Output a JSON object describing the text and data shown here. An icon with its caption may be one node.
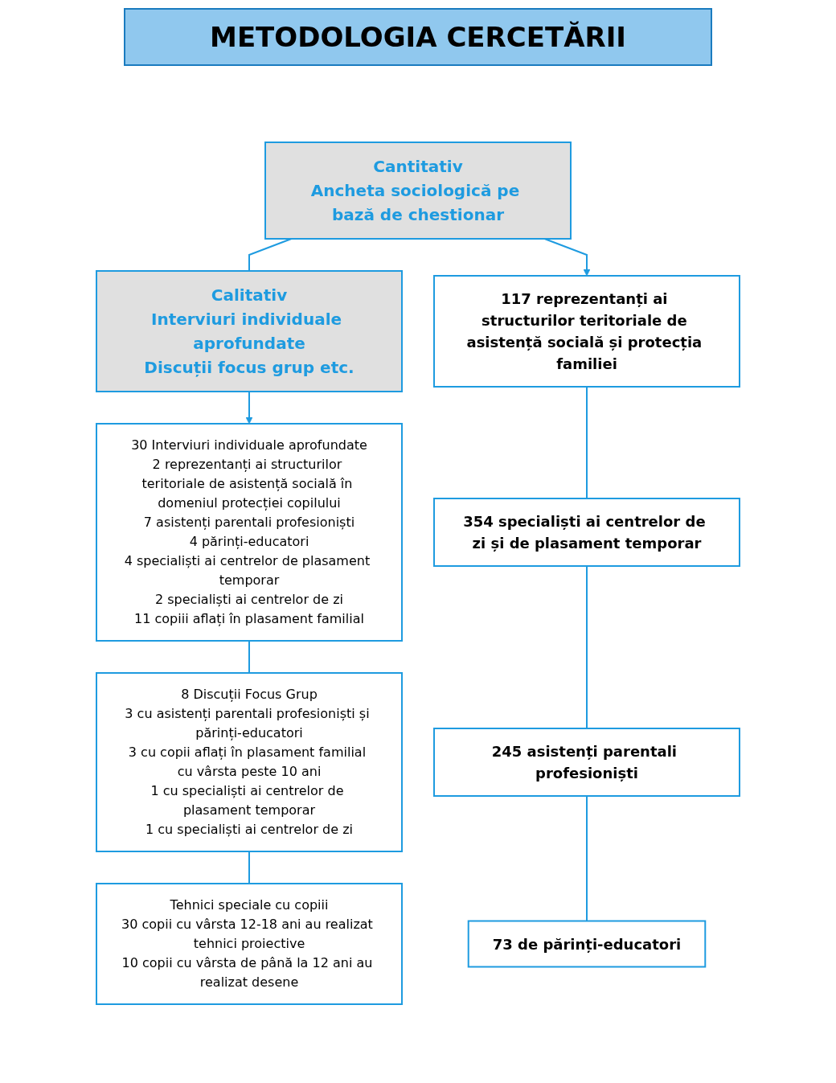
{
  "diagram": {
    "title": "METODOLOGIA CERCETĂRII",
    "nodes": [
      {
        "text": [
          "Cantitativ",
          "Ancheta sociologică pe bază de chestionar"
        ]
      },
      {
        "text": [
          "Calitativ",
          "Interviuri individuale aprofundate",
          "Discuții focus grup etc."
        ]
      },
      {
        "text": [
          "117 reprezentanți ai structurilor teritoriale de asistență socială și protecția familiei"
        ]
      },
      {
        "text": [
          "354 specialiști ai centrelor de zi și de plasament temporar"
        ]
      },
      {
        "text": [
          "245 asistenți parentali profesioniști"
        ]
      },
      {
        "text": [
          "73 de părinți-educatori"
        ]
      },
      {
        "text": [
          "30 Interviuri individuale aprofundate",
          "2 reprezentanți ai structurilor teritoriale de asistență socială în domeniul protecției copilului",
          "7 asistenți parentali profesioniști",
          "4 părinți-educatori",
          "4 specialiști ai centrelor de plasament temporar",
          "2 specialiști ai centrelor de zi",
          "11 copiii aflați în plasament familial"
        ]
      },
      {
        "text": [
          "8 Discuții Focus Grup",
          "3 cu asistenți parentali profesioniști și părinți-educatori",
          "3 cu copii aflați în plasament familial cu vârsta peste 10 ani",
          "1 cu specialiști ai centrelor de plasament temporar",
          "1 cu specialiști ai centrelor de zi"
        ]
      },
      {
        "text": [
          "Tehnici speciale cu copiii",
          "30 copii cu vârsta 12-18 ani au realizat tehnici proiective",
          "10 copii cu vârsta de până la 12 ani au realizat desene"
        ]
      }
    ],
    "edges": [
      {
        "from": 0,
        "to": 1,
        "arrow": "none"
      },
      {
        "from": 0,
        "to": 2,
        "arrow": "to"
      },
      {
        "from": 2,
        "to": 3,
        "arrow": "none"
      },
      {
        "from": 3,
        "to": 4,
        "arrow": "none"
      },
      {
        "from": 4,
        "to": 5,
        "arrow": "none"
      },
      {
        "from": 1,
        "to": 6,
        "arrow": "to"
      },
      {
        "from": 6,
        "to": 7,
        "arrow": "none"
      },
      {
        "from": 7,
        "to": 8,
        "arrow": "none"
      }
    ]
  }
}
